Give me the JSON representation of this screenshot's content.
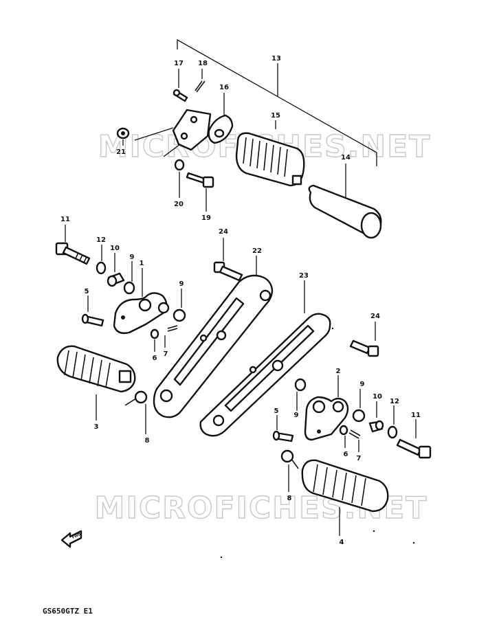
{
  "model_code": "GS650GTZ E1",
  "watermark": "MICROFICHES.NET",
  "part_numbers": {
    "p1": "1",
    "p2": "2",
    "p3": "3",
    "p4": "4",
    "p5a": "5",
    "p5b": "5",
    "p6a": "6",
    "p6b": "6",
    "p7a": "7",
    "p7b": "7",
    "p8a": "8",
    "p8b": "8",
    "p9a": "9",
    "p9b": "9",
    "p9c": "9",
    "p9d": "9",
    "p10a": "10",
    "p10b": "10",
    "p11a": "11",
    "p11b": "11",
    "p12a": "12",
    "p12b": "12",
    "p13": "13",
    "p14": "14",
    "p15": "15",
    "p16": "16",
    "p17": "17",
    "p18": "18",
    "p19": "19",
    "p20": "20",
    "p21": "21",
    "p22": "22",
    "p23": "23",
    "p24a": "24",
    "p24b": "24"
  },
  "front_arrow_label": "FWD"
}
